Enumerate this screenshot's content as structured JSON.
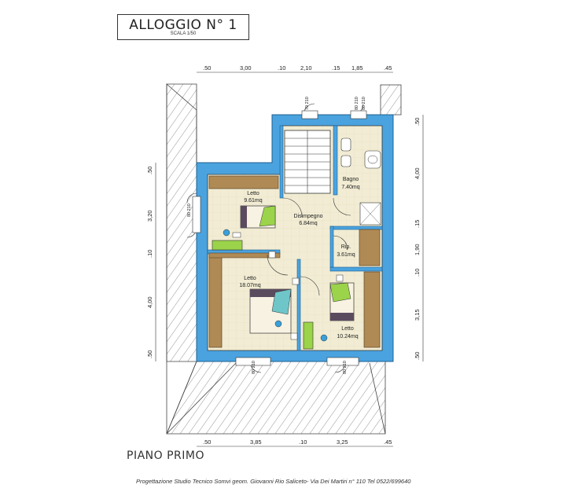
{
  "header": {
    "title": "ALLOGGIO N° 1",
    "scale": "SCALA 1/50"
  },
  "floor_label": "PIANO PRIMO",
  "credits": "Progettazione Studio Tecnico Somvi geom. Giovanni Rio Saliceto- Via Dei Martiri n° 110 Tel 0522/699640",
  "dimensions": {
    "top": [
      ".50",
      "3,00",
      ".10",
      "2,10",
      ".15",
      "1,85",
      ".45"
    ],
    "bottom": [
      ".50",
      "3,85",
      ".10",
      "3,25",
      ".45"
    ],
    "left": [
      ".50",
      "3,20",
      ".10",
      "4,00",
      ".50"
    ],
    "right": [
      ".50",
      "4,00",
      ".15",
      "1,90",
      ".10",
      "3,15",
      ".50"
    ]
  },
  "door_labels": {
    "a": "70\n210",
    "b": "80\n210",
    "c": "80\n210",
    "d": "80\n210",
    "e": "80\n210",
    "f": "80\n210"
  },
  "rooms": [
    {
      "name": "Letto",
      "area": "9.61mq"
    },
    {
      "name": "Disimpegno",
      "area": "6.84mq"
    },
    {
      "name": "Bagno",
      "area": "7.40mq"
    },
    {
      "name": "Rip.",
      "area": "3.61mq"
    },
    {
      "name": "Letto",
      "area": "18.07mq"
    },
    {
      "name": "Letto",
      "area": "10.24mq"
    }
  ],
  "colors": {
    "wall": "#4aa3df",
    "floor": "#f1ecd3",
    "wardrobe": "#b08a55",
    "desk": "#9bd34a",
    "roof_hatch": "#555555"
  }
}
